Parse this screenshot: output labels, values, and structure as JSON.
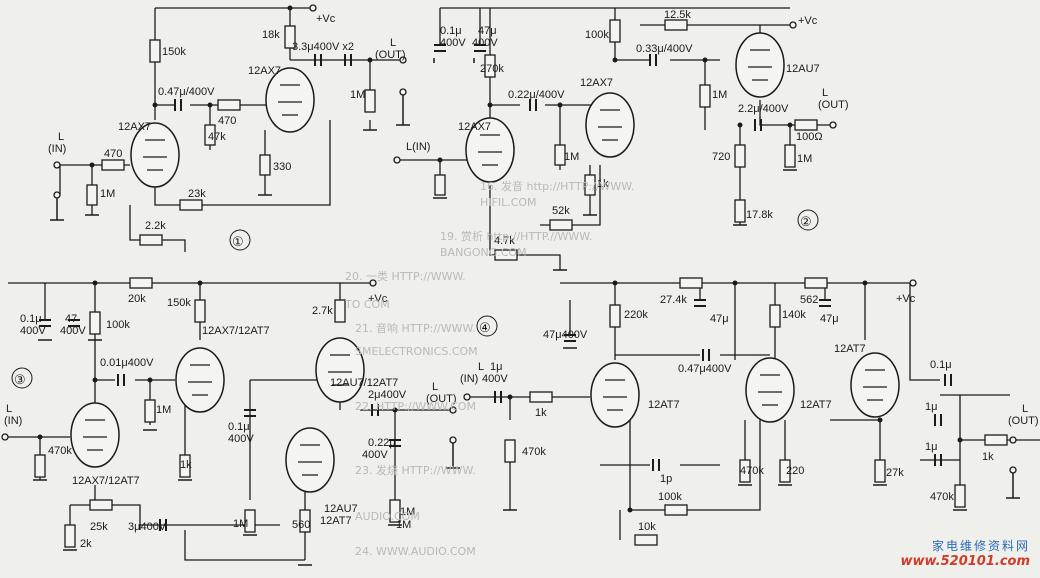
{
  "background_text": [
    "16. 发音 http://HTTP://WWW.",
    "HIFIL.COM",
    "19. 赏析 http://HTTP.//WWW.",
    "BANGONG.COM",
    "20. 一类 HTTP://WWW.",
    "TO COM",
    "21. 音响 HTTP://WWW.",
    "SMELECTRONICS.COM",
    "22. HTTP://WWW.COM",
    "23. 发烧 HTTP://WWW.",
    "AUDIO.COM",
    "24. WWW.AUDIO.COM"
  ],
  "circuits": [
    {
      "number": "①",
      "labels": [
        "+Vc",
        "18k",
        "3.3μ400V x2",
        "(OUT)",
        "L",
        "150k",
        "12AX7",
        "1M",
        "0.47μ/400V",
        "470",
        "47k",
        "12AX7",
        "L",
        "(IN)",
        "470",
        "1M",
        "330",
        "23k",
        "2.2k"
      ]
    },
    {
      "number": "②",
      "labels": [
        "0.1μ",
        "400V",
        "47μ",
        "400V",
        "270k",
        "100k",
        "12.5k",
        "+Vc",
        "0.33μ/400V",
        "12AU7",
        "12AX7",
        "0.22μ/400V",
        "1M",
        "L(IN)",
        "12AX7",
        "1M",
        "1k",
        "52k",
        "4.7k",
        "2.2μ/400V",
        "L",
        "(OUT)",
        "100Ω",
        "720",
        "1M",
        "17.8k"
      ]
    },
    {
      "number": "③",
      "labels": [
        "0.1μ",
        "400V",
        "47",
        "400V",
        "20k",
        "150k",
        "2.7k",
        "+Vc",
        "100k",
        "12AX7/12AT7",
        "0.01μ400V",
        "12AU7/12AT7",
        "1M",
        "0.1μ",
        "400V",
        "2μ400V",
        "L",
        "(OUT)",
        "L",
        "(IN)",
        "470k",
        "1k",
        "0.22μ",
        "400V",
        "12AX7/12AT7",
        "1M",
        "12AU7",
        "12AT7",
        "25k",
        "3μ400V",
        "1M",
        "560",
        "1M",
        "2k"
      ]
    },
    {
      "number": "④",
      "labels": [
        "220k",
        "27.4k",
        "47μ",
        "140k",
        "562",
        "47μ",
        "+Vc",
        "47μ400V",
        "0.47μ400V",
        "12AT7",
        "L",
        "(IN)",
        "1μ",
        "400V",
        "1k",
        "12AT7",
        "12AT7",
        "470k",
        "0.1μ",
        "1μ",
        "L",
        "(OUT)",
        "1μ",
        "1k",
        "470k",
        "220",
        "27k",
        "1p",
        "100k",
        "470k",
        "10k"
      ]
    }
  ],
  "watermark": {
    "cn": "家电维修资料网",
    "url": "www.520101.com"
  }
}
